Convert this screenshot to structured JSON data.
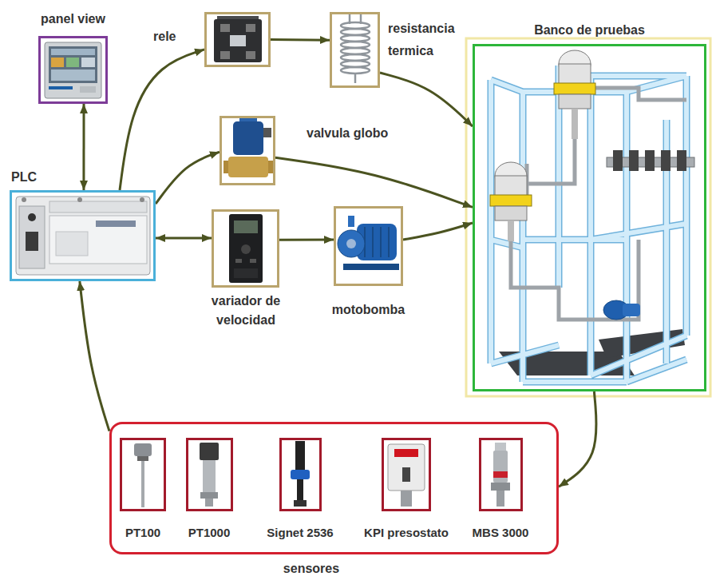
{
  "diagram": {
    "nodes": [
      {
        "text": [
          "panel view"
        ]
      },
      {
        "text": [
          "rele"
        ]
      },
      {
        "text": [
          "resistancia termica"
        ]
      },
      {
        "text": [
          "Banco de pruebas"
        ]
      },
      {
        "text": [
          "PLC"
        ]
      },
      {
        "text": [
          "valvula globo"
        ]
      },
      {
        "text": [
          "variador de velocidad"
        ]
      },
      {
        "text": [
          "motobomba"
        ]
      },
      {
        "text": [
          "sensores"
        ]
      },
      {
        "text": [
          "PT100"
        ],
        "in": 8
      },
      {
        "text": [
          "PT1000"
        ],
        "in": 8
      },
      {
        "text": [
          "Signet 2536"
        ],
        "in": 8
      },
      {
        "text": [
          "KPI presostato"
        ],
        "in": 8
      },
      {
        "text": [
          "MBS 3000"
        ],
        "in": 8
      }
    ],
    "edges": [
      {
        "from": 0,
        "to": 4,
        "arrow": "both"
      },
      {
        "from": 4,
        "to": 1,
        "arrow": "to"
      },
      {
        "from": 1,
        "to": 2,
        "arrow": "to"
      },
      {
        "from": 2,
        "to": 3,
        "arrow": "to"
      },
      {
        "from": 4,
        "to": 5,
        "arrow": "to"
      },
      {
        "from": 5,
        "to": 3,
        "arrow": "to"
      },
      {
        "from": 4,
        "to": 6,
        "arrow": "both"
      },
      {
        "from": 6,
        "to": 7,
        "arrow": "to"
      },
      {
        "from": 7,
        "to": 3,
        "arrow": "to"
      },
      {
        "from": 3,
        "to": 8,
        "arrow": "to"
      },
      {
        "from": 8,
        "to": 4,
        "arrow": "to"
      }
    ]
  }
}
